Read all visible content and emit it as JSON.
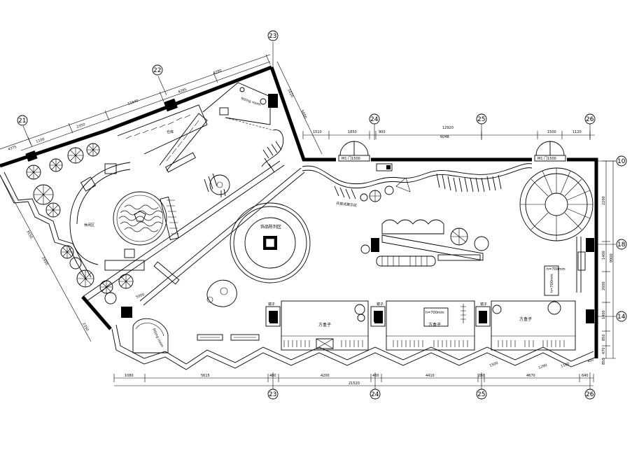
{
  "axes": {
    "a23": "23",
    "a24": "24",
    "a25": "25",
    "a26": "26",
    "a22": "22",
    "a21": "21",
    "a10": "10",
    "a18": "18",
    "a14": "14"
  },
  "dimensions": {
    "top": [
      "1510",
      "1850",
      "900",
      "12920",
      "6048",
      "1500",
      "1120"
    ],
    "bottom": [
      "1080",
      "5615",
      "480",
      "4200",
      "480",
      "4410",
      "280",
      "4670",
      "640"
    ],
    "bottom_total": "21520",
    "right": [
      "2200",
      "1400",
      "2000",
      "1400",
      "850",
      "470",
      "850"
    ],
    "right_total": "9900",
    "angled": [
      "11840",
      "4290",
      "2350",
      "4285",
      "1100",
      "4375",
      "1020",
      "5000",
      "3550",
      "2450",
      "2350",
      "1500",
      "1290",
      "1100",
      "450"
    ]
  },
  "rooms": {
    "lounge": "休闲区",
    "warehouse": "仓库",
    "fitting_room": "方盒子",
    "fitting_room_2": "方盒子",
    "fitting_room_3": "方盒子",
    "mirror": "镜子",
    "mirror_2": "镜子",
    "mirror_3": "镜子",
    "display_zone": "饰品陈列区",
    "open_display": "开放式展示区",
    "fitting_room_sign": "fitting room",
    "fitting_room_sign_2": "fitting room",
    "door_label_1": "M1  门1500",
    "door_label_2": "M1  门1500",
    "counter_label_1": "h=700mm",
    "counter_label_2": "h=700mm",
    "counter_label_3": "h=700mm"
  }
}
